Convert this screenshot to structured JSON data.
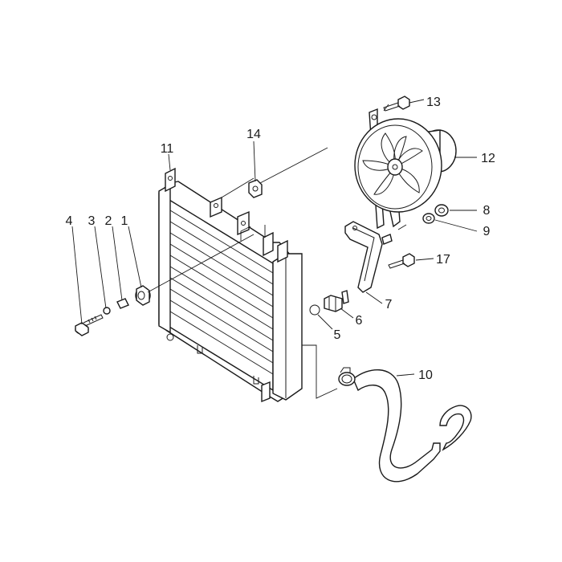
{
  "callouts": [
    {
      "id": "c1",
      "label": "1"
    },
    {
      "id": "c2",
      "label": "2"
    },
    {
      "id": "c3",
      "label": "3"
    },
    {
      "id": "c4",
      "label": "4"
    },
    {
      "id": "c5",
      "label": "5"
    },
    {
      "id": "c6",
      "label": "6"
    },
    {
      "id": "c7",
      "label": "7"
    },
    {
      "id": "c8",
      "label": "8"
    },
    {
      "id": "c9",
      "label": "9"
    },
    {
      "id": "c10",
      "label": "10"
    },
    {
      "id": "c11",
      "label": "11"
    },
    {
      "id": "c12",
      "label": "12"
    },
    {
      "id": "c13",
      "label": "13"
    },
    {
      "id": "c14",
      "label": "14"
    },
    {
      "id": "c17",
      "label": "17"
    }
  ]
}
